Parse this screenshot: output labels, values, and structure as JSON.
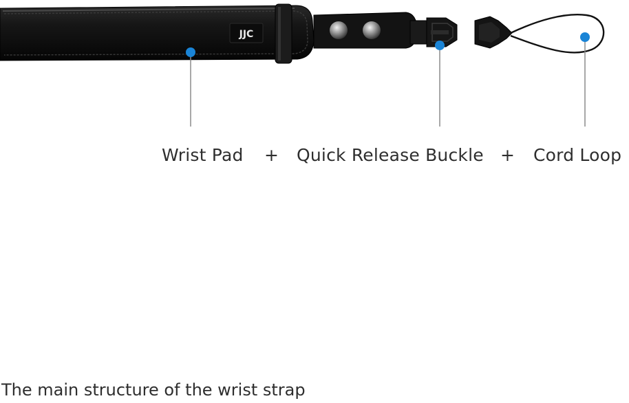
{
  "product": {
    "brand_logo": "JJC"
  },
  "parts": [
    {
      "label": "Wrist Pad"
    },
    {
      "label": "Quick Release Buckle"
    },
    {
      "label": "Cord Loop"
    }
  ],
  "separator": "+",
  "caption": "The main structure of the wrist strap",
  "colors": {
    "marker_dot": "#1a84d6",
    "leader_line": "#8a8a8a",
    "strap_black": "#111111",
    "text": "#2e2e2e"
  }
}
